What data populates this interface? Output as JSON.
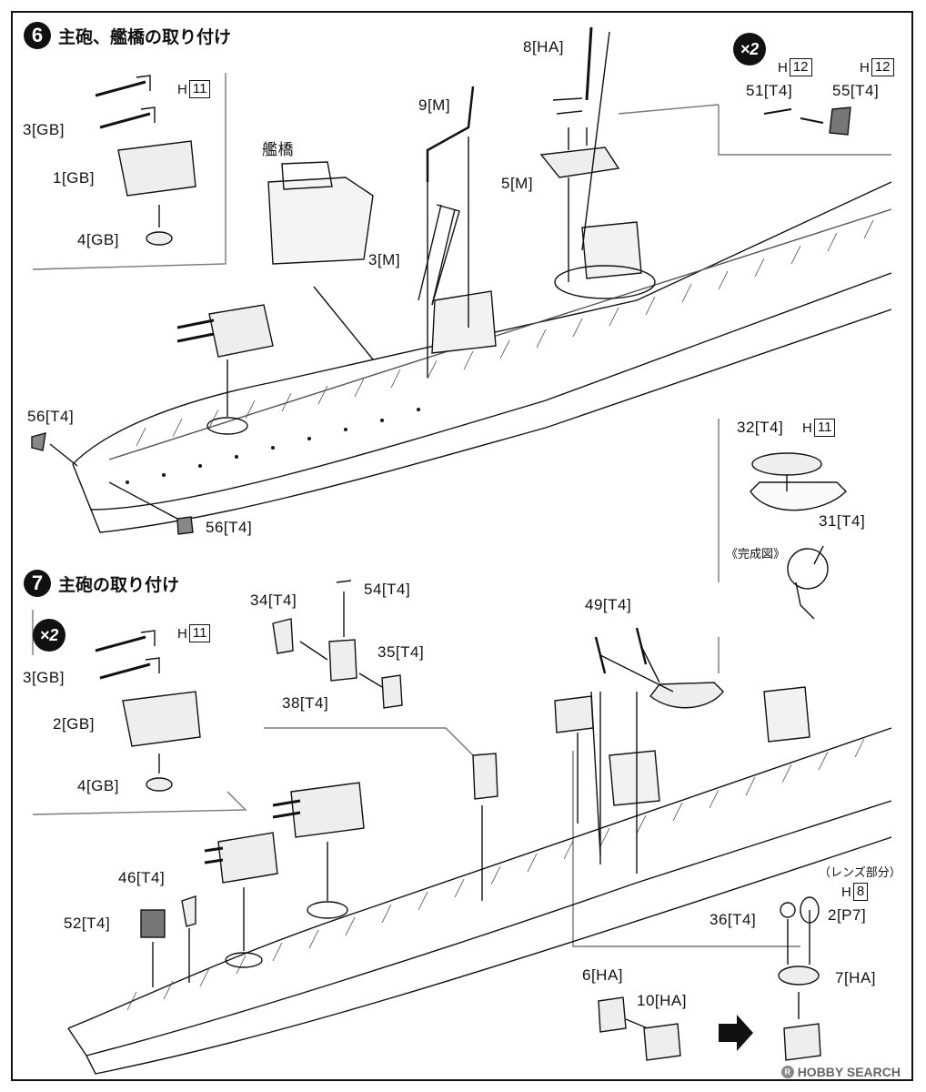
{
  "steps": [
    {
      "num": "6",
      "title": "主砲、艦橋の取り付け"
    },
    {
      "num": "7",
      "title": "主砲の取り付け"
    }
  ],
  "multipliers": [
    "×2",
    "×2"
  ],
  "labels": {
    "s6_3gb": "3[GB]",
    "s6_1gb": "1[GB]",
    "s6_4gb": "4[GB]",
    "s6_bridge": "艦橋",
    "s6_9m": "9[M]",
    "s6_3m": "3[M]",
    "s6_8ha": "8[HA]",
    "s6_5m": "5[M]",
    "s6_51t4": "51[T4]",
    "s6_55t4": "55[T4]",
    "s6_56t4_a": "56[T4]",
    "s6_56t4_b": "56[T4]",
    "s6_32t4": "32[T4]",
    "s6_31t4": "31[T4]",
    "completed": "《完成図》",
    "s7_34t4": "34[T4]",
    "s7_54t4": "54[T4]",
    "s7_35t4": "35[T4]",
    "s7_38t4": "38[T4]",
    "s7_49t4": "49[T4]",
    "s7_3gb": "3[GB]",
    "s7_2gb": "2[GB]",
    "s7_4gb": "4[GB]",
    "s7_46t4": "46[T4]",
    "s7_52t4": "52[T4]",
    "lens": "（レンズ部分）",
    "s7_36t4": "36[T4]",
    "s7_2p7": "2[P7]",
    "s7_7ha": "7[HA]",
    "s7_6ha": "6[HA]",
    "s7_10ha": "10[HA]"
  },
  "h_refs": {
    "h11_a": {
      "prefix": "H",
      "num": "11"
    },
    "h12_a": {
      "prefix": "H",
      "num": "12"
    },
    "h12_b": {
      "prefix": "H",
      "num": "12"
    },
    "h11_b": {
      "prefix": "H",
      "num": "11"
    },
    "h11_c": {
      "prefix": "H",
      "num": "11"
    },
    "h8": {
      "prefix": "H",
      "num": "8"
    }
  },
  "watermark": "HOBBY SEARCH",
  "watermark_mark": "R"
}
